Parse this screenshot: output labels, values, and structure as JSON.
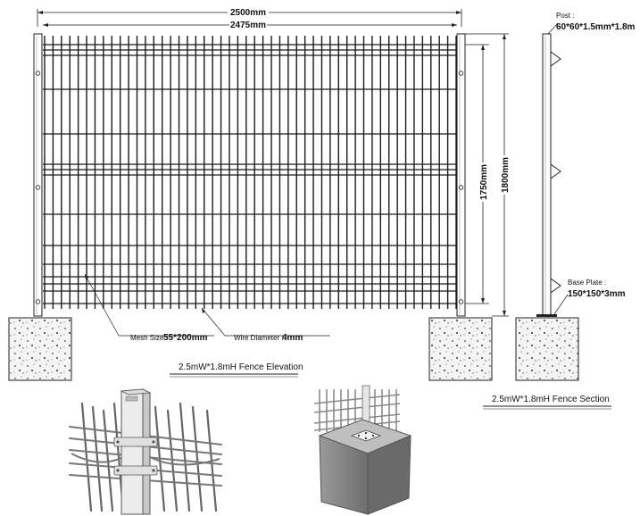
{
  "elevation": {
    "overall_width": "2500mm",
    "panel_width": "2475mm",
    "panel_height": "1750mm",
    "overall_height": "1800mm",
    "mesh_size_label": "Mesh Size :",
    "mesh_size_value": "55*200mm",
    "wire_diameter_label": "Wire Diameter :",
    "wire_diameter_value": "4mm",
    "title": "2.5mW*1.8mH Fence Elevation"
  },
  "section": {
    "post_label": "Post :",
    "post_value": "60*60*1.5mm*1.8m",
    "base_plate_label": "Base Plate :",
    "base_plate_value": "150*150*3mm",
    "title": "2.5mW*1.8mH Fence Section"
  }
}
